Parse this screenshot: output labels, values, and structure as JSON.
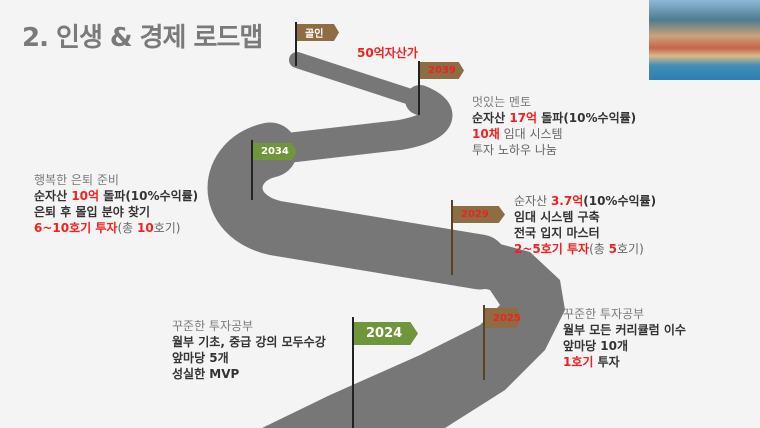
{
  "title": "2. 인생 & 경제 로드맵",
  "goal_text": "50억자산가",
  "flags": {
    "goal": "골인",
    "y2039": "2039",
    "y2034": "2034",
    "y2029": "2029",
    "y2025": "2025",
    "y2024": "2024"
  },
  "colors": {
    "brown": "#8e6d45",
    "green": "#6f963b",
    "red": "#ee2222",
    "road": "#777777"
  },
  "m2039": {
    "head": "멋있는 멘토",
    "l1a": "순자산 ",
    "l1b": "17억",
    "l1c": " 돌파(10%수익률)",
    "l2a": "10채",
    "l2b": " 임대 시스템",
    "l3": "투자 노하우 나눔"
  },
  "m2034": {
    "head": "행복한 은퇴 준비",
    "l1a": "순자산 ",
    "l1b": "10억",
    "l1c": " 돌파(10%수익률)",
    "l2": "은퇴 후 몰입 분야 찾기",
    "l3a": "6~10호기 투자",
    "l3b": "(총 ",
    "l3c": "10",
    "l3d": "호기)"
  },
  "m2029": {
    "l1a": "순자산 ",
    "l1b": "3.7억",
    "l1c": "(10%수익률)",
    "l2": "임대 시스템 구축",
    "l3": "전국 입지 마스터",
    "l4a": "2~5호기 투자",
    "l4b": "(총 ",
    "l4c": "5",
    "l4d": "호기)"
  },
  "m2025": {
    "head": "꾸준한 투자공부",
    "l1": "월부 모든 커리큘럼 이수",
    "l2": "앞마당 10개",
    "l3a": "1호기",
    "l3b": " 투자"
  },
  "m2024": {
    "head": "꾸준한 투자공부",
    "l1": "월부 기초, 중급 강의 모두수강",
    "l2": "앞마당 5개",
    "l3": "성실한 MVP"
  }
}
